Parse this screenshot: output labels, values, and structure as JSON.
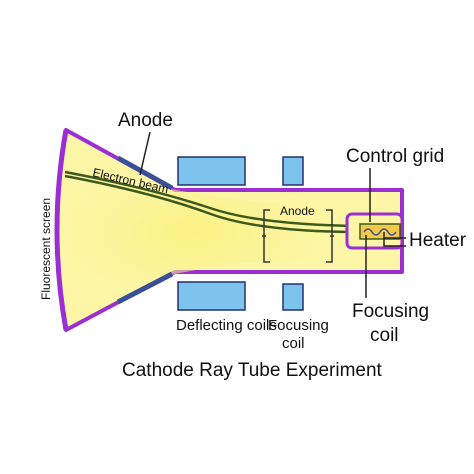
{
  "labels": {
    "anode_top": "Anode",
    "electron_beam": "Electron beam",
    "fluorescent_screen": "Fluorescent screen",
    "anode_inner": "Anode",
    "control_grid": "Control grid",
    "heater": "Heater",
    "focusing_coil_right_line1": "Focusing",
    "focusing_coil_right_line2": "coil",
    "deflecting_coils": "Deflecting coils",
    "focusing_coil_bottom_line1": "Focusing",
    "focusing_coil_bottom_line2": "coil",
    "caption": "Cathode Ray Tube Experiment"
  },
  "colors": {
    "tube_outline": "#9b2fd1",
    "tube_fill": "#fdf6a6",
    "glow": "#fbf07a",
    "coil_fill": "#7cc3ee",
    "coil_stroke": "#23306b",
    "beam": "#3d5a1c",
    "plate": "#3a4f9a",
    "heater_fill": "#f5c84a",
    "text": "#111111"
  }
}
